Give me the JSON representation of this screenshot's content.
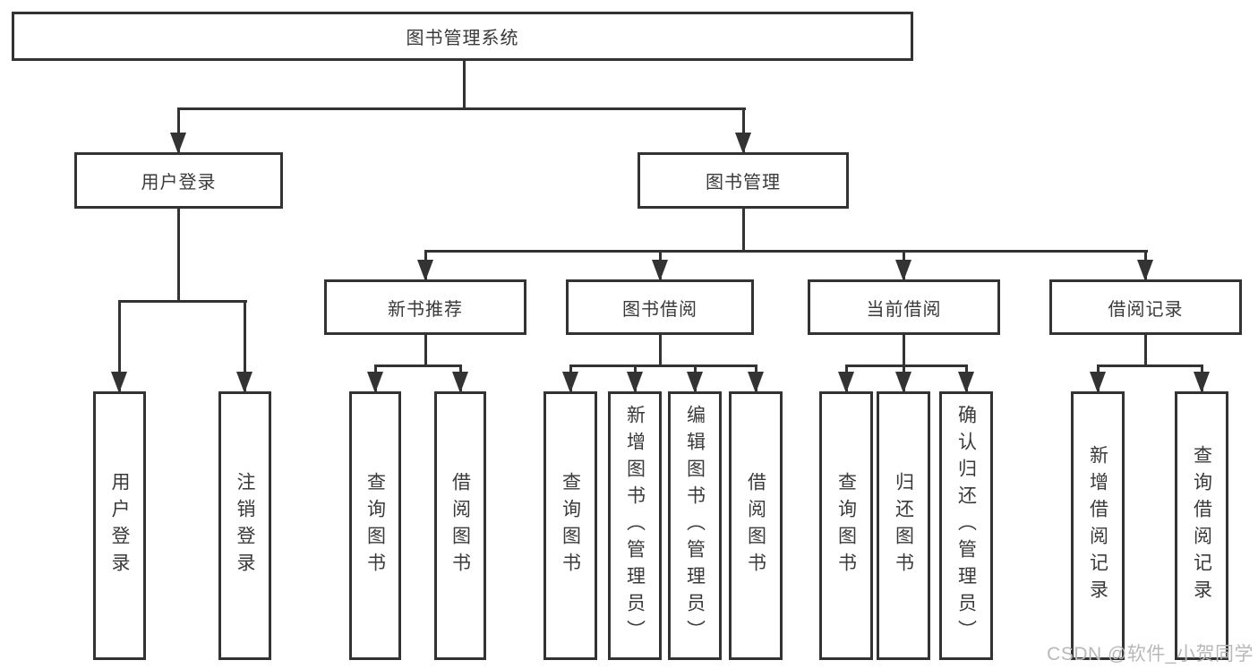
{
  "diagram": {
    "root": {
      "label": "图书管理系统"
    },
    "user_login": {
      "label": "用户登录",
      "children": [
        {
          "label": "用户登录"
        },
        {
          "label": "注销登录"
        }
      ]
    },
    "book_mgmt": {
      "label": "图书管理",
      "sections": [
        {
          "label": "新书推荐",
          "children": [
            {
              "label": "查询图书"
            },
            {
              "label": "借阅图书"
            }
          ]
        },
        {
          "label": "图书借阅",
          "children": [
            {
              "label": "查询图书"
            },
            {
              "label": "新增图书（管理员）"
            },
            {
              "label": "编辑图书（管理员）"
            },
            {
              "label": "借阅图书"
            }
          ]
        },
        {
          "label": "当前借阅",
          "children": [
            {
              "label": "查询图书"
            },
            {
              "label": "归还图书"
            },
            {
              "label": "确认归还（管理员）"
            }
          ]
        },
        {
          "label": "借阅记录",
          "children": [
            {
              "label": "新增借阅记录"
            },
            {
              "label": "查询借阅记录"
            }
          ]
        }
      ]
    }
  },
  "watermark": {
    "text": "CSDN @软件_小贺同学"
  },
  "colors": {
    "line": "#333333",
    "text": "#3a3a3a",
    "watermark": "#b8b8b8",
    "background": "#ffffff"
  }
}
